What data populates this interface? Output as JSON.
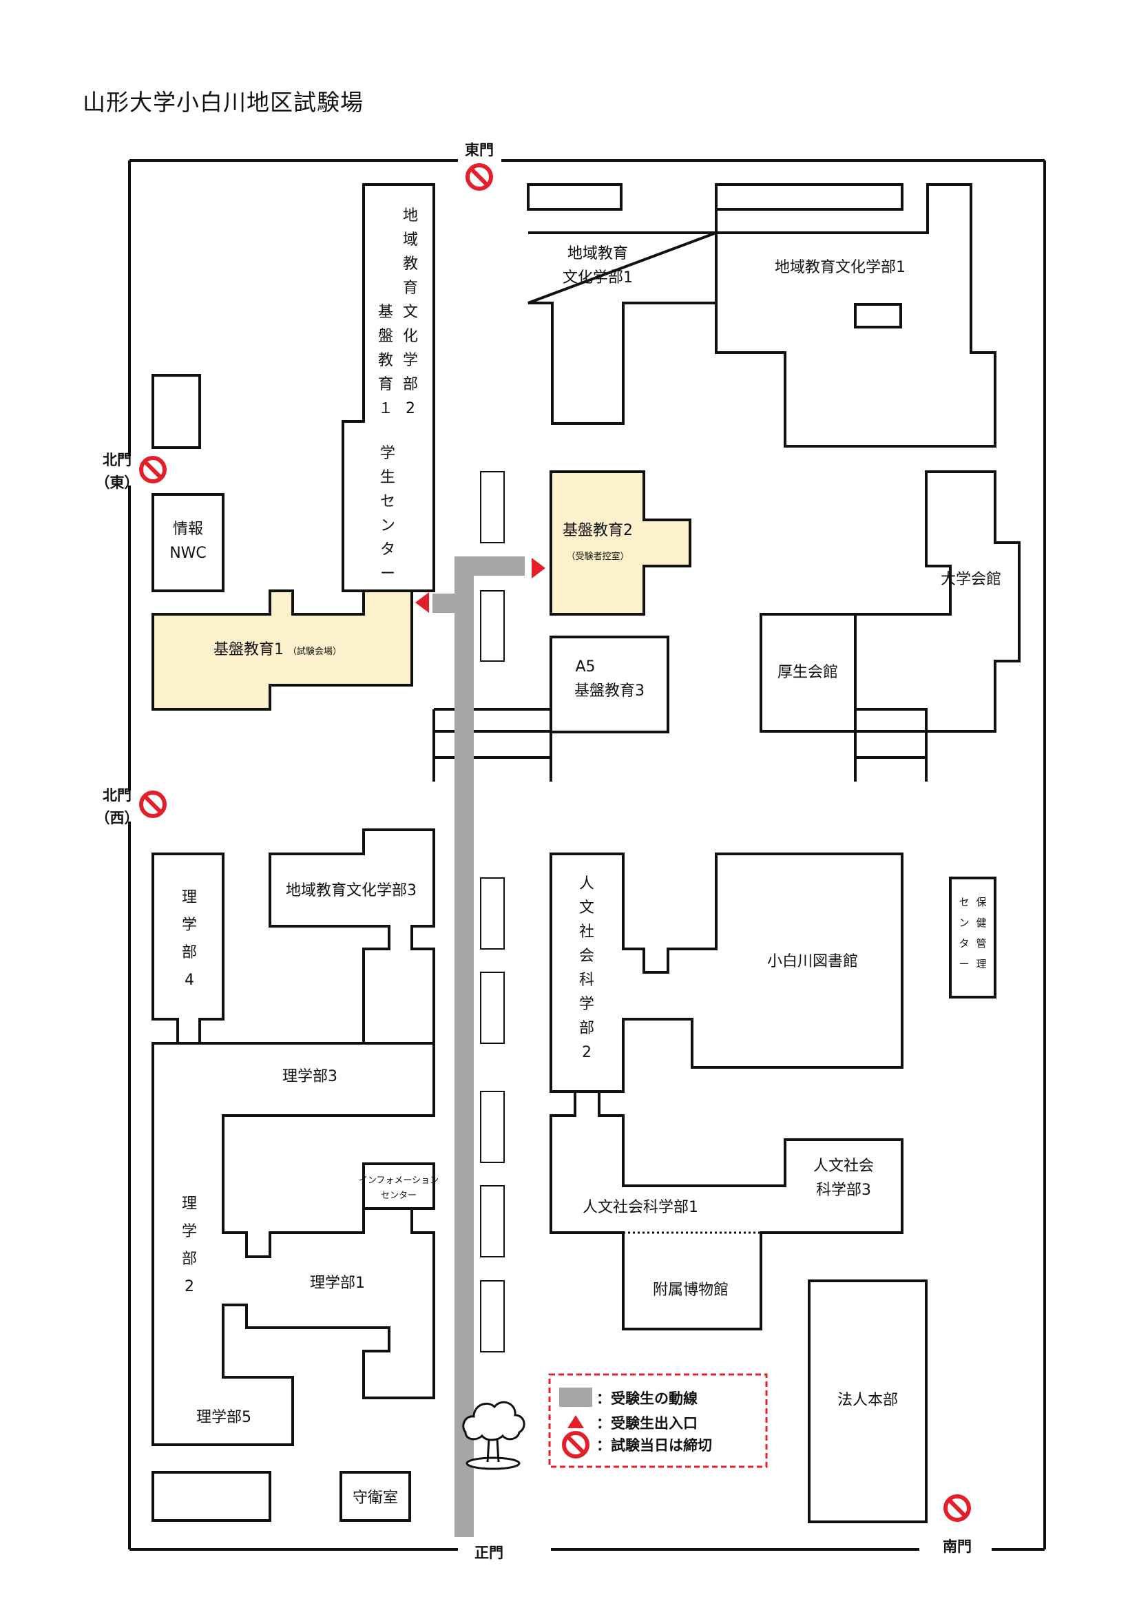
{
  "title": "山形大学小白川地区試験場",
  "colors": {
    "route": "#a6a6a6",
    "entrance": "#e3202a",
    "highlight": "#fdf1cd",
    "legend_border": "#e3202a"
  },
  "gates": {
    "east": "東門",
    "north_east": [
      "北門",
      "（東）"
    ],
    "north_west": [
      "北門",
      "（西）"
    ],
    "main": "正門",
    "south": "南門"
  },
  "buildings": {
    "chiiki_bunka1_left": [
      "地域教育",
      "文化学部1"
    ],
    "chiiki_bunka1_right": "地域教育文化学部1",
    "kiban2": {
      "name": "基盤教育2",
      "note": "（受験者控室）"
    },
    "daigaku_kaikan": "大学会館",
    "joho_nwc": [
      "情報",
      "NWC"
    ],
    "kiban1": {
      "name": "基盤教育1",
      "note": "（試験会場）"
    },
    "a5_kiban3": [
      "A5",
      "基盤教育3"
    ],
    "kosei_kaikan": "厚生会館",
    "chiiki_bunka3": "地域教育文化学部3",
    "rigakubu4": [
      "理",
      "学",
      "部",
      "4"
    ],
    "rigakubu3": "理学部3",
    "jinbun2": [
      "人",
      "文",
      "社",
      "会",
      "科",
      "学",
      "部",
      "2"
    ],
    "library": "小白川図書館",
    "hoken": [
      "保",
      "健",
      "管",
      "理",
      "セ",
      "ン",
      "タ",
      "ー"
    ],
    "info_center": [
      "インフォメーション",
      "センター"
    ],
    "rigakubu2": [
      "理",
      "学",
      "部",
      "2"
    ],
    "rigakubu1": "理学部1",
    "jinbun1": "人文社会科学部1",
    "jinbun3": [
      "人文社会",
      "科学部3"
    ],
    "museum": "附属博物館",
    "rigakubu5": "理学部5",
    "hojin_honbu": "法人本部",
    "guard": "守衛室",
    "tall_left": [
      "地",
      "域",
      "教",
      "育",
      "文",
      "化",
      "学",
      "部",
      "2"
    ],
    "tall_right": [
      "基",
      "盤",
      "教",
      "育",
      "１"
    ],
    "tall_bottom": [
      "学",
      "生",
      "セ",
      "ン",
      "タ",
      "ー"
    ]
  },
  "legend": {
    "route": "：受験生の動線",
    "entrance": "：受験生出入口",
    "closed": "：試験当日は締切"
  }
}
